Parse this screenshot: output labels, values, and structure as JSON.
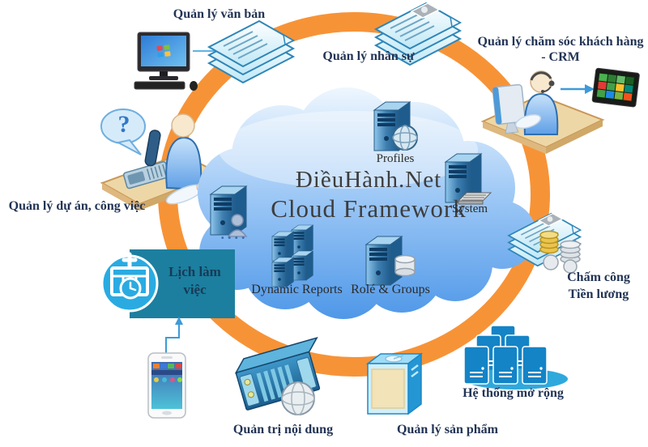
{
  "diagram": {
    "center": {
      "title_line1": "ĐiềuHành.Net",
      "title_line2": "Cloud Framework"
    },
    "cloud_nodes": {
      "profiles": "Profiles",
      "system": "System",
      "dynamic_reports": "Dynamic Reports",
      "role_groups": "Rolé & Groups",
      "dots": "...."
    },
    "modules": {
      "van_ban": "Quản lý văn bản",
      "nhan_su": "Quản lý nhân sự",
      "crm_line1": "Quản lý chăm sóc khách hàng",
      "crm_line2": "- CRM",
      "du_an": "Quản lý dự án, công việc",
      "lich_line1": "Lịch làm",
      "lich_line2": "việc",
      "cham_cong_line1": "Chấm công",
      "cham_cong_line2": "Tiền lương",
      "noi_dung": "Quản trị nội dung",
      "san_pham": "Quản lý sản phẩm",
      "mo_rong": "Hệ thống mở rộng"
    },
    "glyphs": {
      "question_mark": "?"
    },
    "colors": {
      "ring": "#F79337",
      "cloud_blue": "#4E97E8",
      "label_text": "#223455",
      "schedule_box": "#1C7F9F",
      "schedule_icon_circle": "#29ABE2",
      "server_blue": "#1484C6"
    }
  }
}
